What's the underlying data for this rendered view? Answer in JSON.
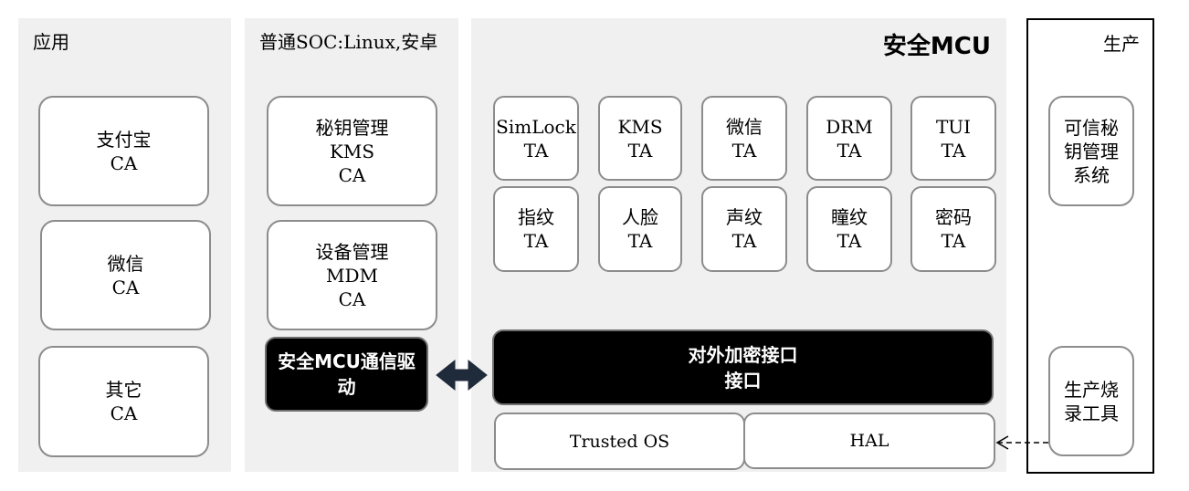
{
  "apps": {
    "title": "应用",
    "items": [
      {
        "line1": "支付宝",
        "line2": "CA"
      },
      {
        "line1": "微信",
        "line2": "CA"
      },
      {
        "line1": "其它",
        "line2": "CA"
      }
    ]
  },
  "soc": {
    "title": "普通SOC:Linux,安卓",
    "items": [
      {
        "line1": "秘钥管理",
        "line2": "KMS",
        "line3": "CA"
      },
      {
        "line1": "设备管理",
        "line2": "MDM",
        "line3": "CA"
      }
    ],
    "driver": {
      "line1": "安全MCU通信驱",
      "line2": "动"
    }
  },
  "mcu": {
    "title": "安全MCU",
    "ta_row1": [
      {
        "line1": "SimLock",
        "line2": "TA"
      },
      {
        "line1": "KMS",
        "line2": "TA"
      },
      {
        "line1": "微信",
        "line2": "TA"
      },
      {
        "line1": "DRM",
        "line2": "TA"
      },
      {
        "line1": "TUI",
        "line2": "TA"
      }
    ],
    "ta_row2": [
      {
        "line1": "指纹",
        "line2": "TA"
      },
      {
        "line1": "人脸",
        "line2": "TA"
      },
      {
        "line1": "声纹",
        "line2": "TA"
      },
      {
        "line1": "瞳纹",
        "line2": "TA"
      },
      {
        "line1": "密码",
        "line2": "TA"
      }
    ],
    "interface": {
      "line1": "对外加密接口",
      "line2": "接口"
    },
    "trusted_os": "Trusted OS",
    "hal": "HAL"
  },
  "production": {
    "title": "生产",
    "kms": {
      "line1": "可信秘",
      "line2": "钥管理",
      "line3": "系统"
    },
    "burn": {
      "line1": "生产烧",
      "line2": "录工具"
    }
  },
  "colors": {
    "panel": "#f0f0f0",
    "box_border": "#8c8c8c",
    "dark_box": "#000000",
    "arrow": "#1f2a3a"
  }
}
